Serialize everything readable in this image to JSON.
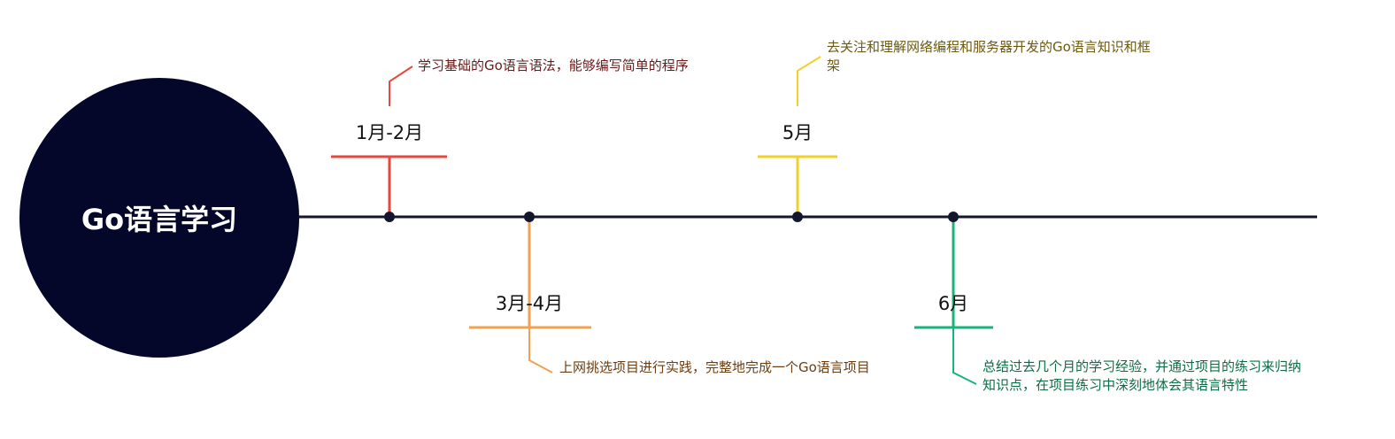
{
  "central_topic": "Go语言学习",
  "colors": {
    "circle": "#04072a",
    "axis": "#14162e",
    "milestone_1": "#e8473f",
    "milestone_2": "#f0a250",
    "milestone_3": "#f2d02a",
    "milestone_4": "#16b67a"
  },
  "milestones": [
    {
      "label": "1月-2月",
      "text": "学习基础的Go语言语法，能够编写简单的程序",
      "text_color": "#6b1a1a"
    },
    {
      "label": "3月-4月",
      "text": "上网挑选项目进行实践，完整地完成一个Go语言项目",
      "text_color": "#6b3e12"
    },
    {
      "label": "5月",
      "text": "去关注和理解网络编程和服务器开发的Go语言知识和框架",
      "text_color": "#6b5a10"
    },
    {
      "label": "6月",
      "text": "总结过去几个月的学习经验，并通过项目的练习来归纳知识点，在项目练习中深刻地体会其语言特性",
      "text_color": "#0b6e46"
    }
  ]
}
